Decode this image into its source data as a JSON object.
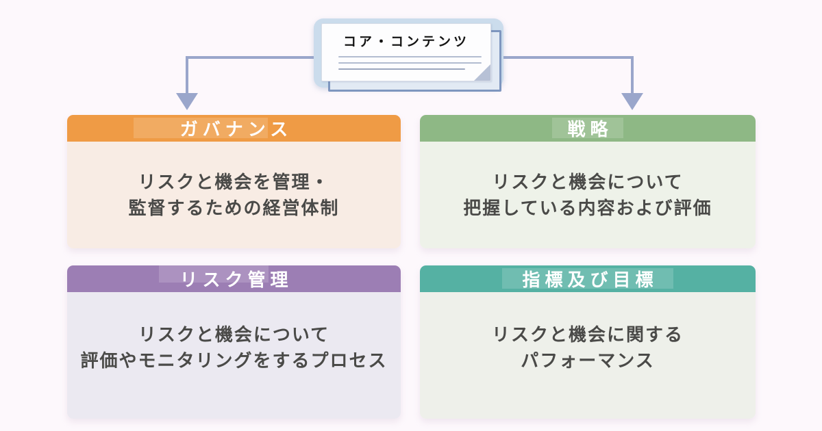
{
  "colors": {
    "background": "#fdf8fc",
    "arrow": "#9aa6cb",
    "doc_container": "#cbdcec"
  },
  "document": {
    "title": "コア・コンテンツ"
  },
  "cards": [
    {
      "title": "ガバナンス",
      "header_color": "#ef9b45",
      "body_color": "#f8ece4",
      "line1": "リスクと機会を管理・",
      "line2": "監督するための経営体制"
    },
    {
      "title": "戦略",
      "header_color": "#8eb885",
      "body_color": "#eef2e9",
      "line1": "リスクと機会について",
      "line2": "把握している内容および評価"
    },
    {
      "title": "リスク管理",
      "header_color": "#9c7eb4",
      "body_color": "#ebe9f1",
      "line1": "リスクと機会について",
      "line2": "評価やモニタリングをするプロセス"
    },
    {
      "title": "指標及び目標",
      "header_color": "#55b1a3",
      "body_color": "#eef0ea",
      "line1": "リスクと機会に関する",
      "line2": "パフォーマンス"
    }
  ]
}
